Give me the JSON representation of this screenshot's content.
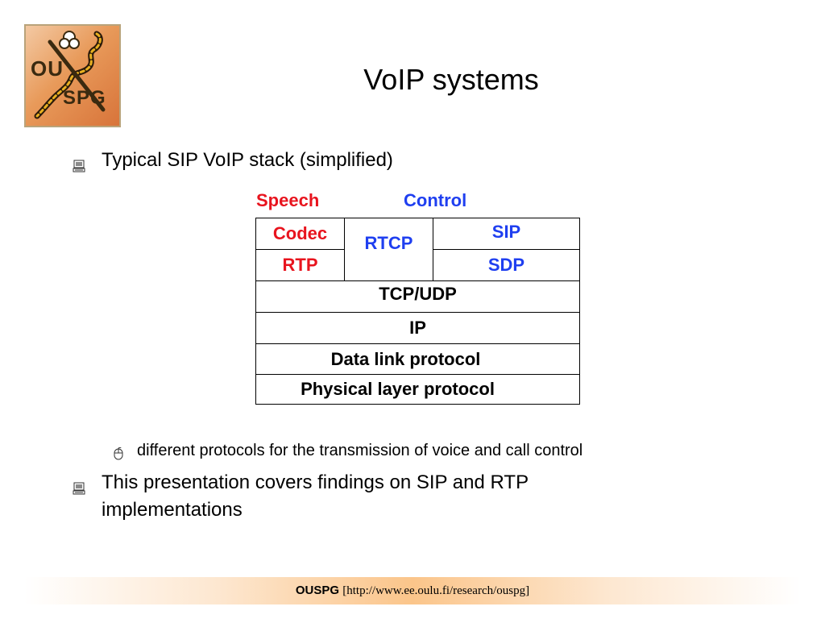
{
  "slide": {
    "title": "VoIP systems",
    "logo": {
      "top_text": "OU",
      "bottom_text": "SPG"
    },
    "bullets": [
      {
        "text": "Typical SIP VoIP stack (simplified)",
        "icon": "computer-icon"
      },
      {
        "text": "This presentation covers findings on SIP and RTP implementations",
        "icon": "computer-icon"
      }
    ],
    "sub_bullet": {
      "text": "different protocols for the transmission of voice and call control",
      "icon": "mouse-icon"
    }
  },
  "stack": {
    "headers": {
      "speech": "Speech",
      "control": "Control"
    },
    "codec": "Codec",
    "rtp": "RTP",
    "rtcp": "RTCP",
    "sip": "SIP",
    "sdp": "SDP",
    "tcp_udp": "TCP/UDP",
    "ip": "IP",
    "data_link": "Data link protocol",
    "physical": "Physical layer protocol",
    "colors": {
      "speech": "#e8141e",
      "control": "#1f3ff0"
    }
  },
  "footer": {
    "org": "OUSPG",
    "url": "[http://www.ee.oulu.fi/research/ouspg]"
  }
}
